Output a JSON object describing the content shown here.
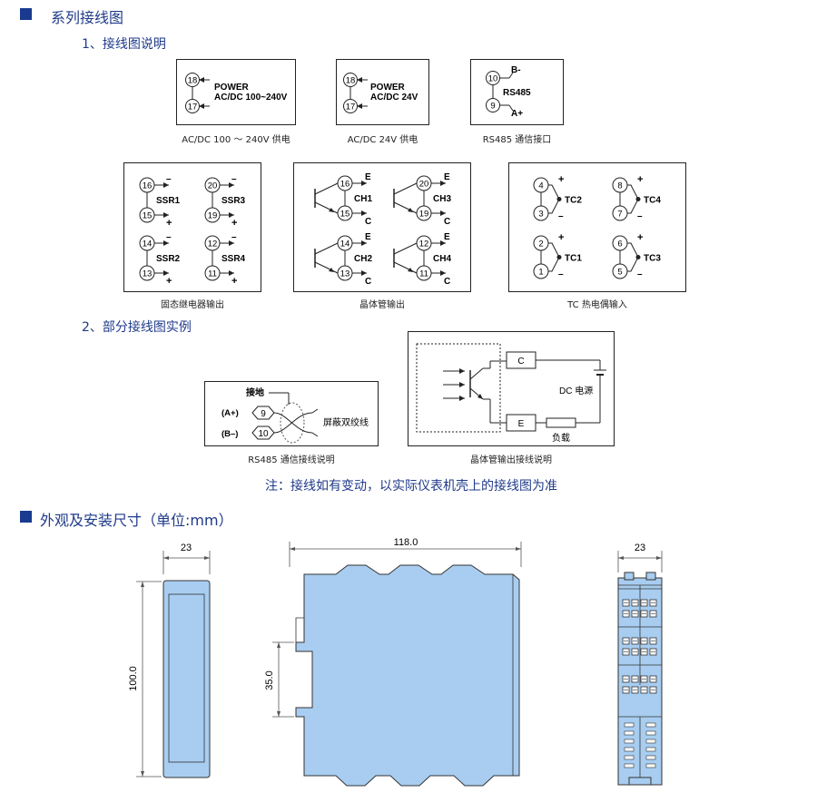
{
  "section1": {
    "title": "系列接线图"
  },
  "sub1": {
    "title": "1、接线图说明"
  },
  "power1": {
    "t1": "18",
    "t2": "17",
    "line1": "POWER",
    "line2": "AC/DC 100~240V",
    "caption": "AC/DC 100 ～ 240V 供电"
  },
  "power2": {
    "t1": "18",
    "t2": "17",
    "line1": "POWER",
    "line2": "AC/DC  24V",
    "caption": "AC/DC 24V 供电"
  },
  "rs485box": {
    "t1": "10",
    "t2": "9",
    "label": "RS485",
    "bminus": "B-",
    "aplus": "A+",
    "caption": "RS485 通信接口"
  },
  "ssr": {
    "caption": "固态继电器输出",
    "items": [
      {
        "top": "16",
        "bottom": "15",
        "label": "SSR1"
      },
      {
        "top": "20",
        "bottom": "19",
        "label": "SSR3"
      },
      {
        "top": "14",
        "bottom": "13",
        "label": "SSR2"
      },
      {
        "top": "12",
        "bottom": "11",
        "label": "SSR4"
      }
    ],
    "minus": "–",
    "plus": "+"
  },
  "transistor": {
    "caption": "晶体管输出",
    "items": [
      {
        "top": "16",
        "bottom": "15",
        "label": "CH1"
      },
      {
        "top": "20",
        "bottom": "19",
        "label": "CH3"
      },
      {
        "top": "14",
        "bottom": "13",
        "label": "CH2"
      },
      {
        "top": "12",
        "bottom": "11",
        "label": "CH4"
      }
    ],
    "e": "E",
    "c": "C"
  },
  "tc": {
    "caption": "TC 热电偶输入",
    "items": [
      {
        "top": "4",
        "bottom": "3",
        "label": "TC2"
      },
      {
        "top": "8",
        "bottom": "7",
        "label": "TC4"
      },
      {
        "top": "2",
        "bottom": "1",
        "label": "TC1"
      },
      {
        "top": "6",
        "bottom": "5",
        "label": "TC3"
      }
    ],
    "plus": "+",
    "minus": "–"
  },
  "sub2": {
    "title": "2、部分接线图实例"
  },
  "rs485ex": {
    "ground": "接地",
    "a": "(A+)",
    "b": "(B–)",
    "t9": "9",
    "t10": "10",
    "cable": "屏蔽双绞线",
    "caption": "RS485 通信接线说明"
  },
  "transex": {
    "c": "C",
    "e": "E",
    "dc": "DC 电源",
    "load": "负载",
    "caption": "晶体管输出接线说明"
  },
  "note": {
    "text": "注：接线如有变动，以实际仪表机壳上的接线图为准"
  },
  "section2": {
    "title": "外观及安装尺寸（单位:mm）"
  },
  "dims": {
    "w_front": "23",
    "h_front": "100.0",
    "w_side": "118.0",
    "rail": "35.0",
    "w_back": "23"
  },
  "colors": {
    "accent": "#1a3a8f",
    "body": "#a8cdf0",
    "body_edge": "#333333"
  }
}
